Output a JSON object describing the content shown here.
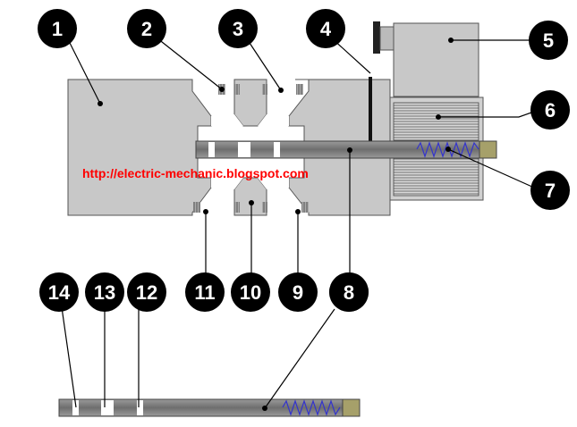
{
  "watermark": "http://electric-mechanic.blogspot.com",
  "colors": {
    "body_gray": "#c8c8c8",
    "coil_gray": "#d0d0d0",
    "rod_dark": "#7f7f7f",
    "rod_light": "#b0b0b0",
    "callout_fill": "#000000",
    "callout_text": "#ffffff",
    "spring": "#3333cc",
    "spring_end": "#a6a06a",
    "url": "#ff0000"
  },
  "callouts": [
    {
      "id": "c1",
      "label": "1"
    },
    {
      "id": "c2",
      "label": "2"
    },
    {
      "id": "c3",
      "label": "3"
    },
    {
      "id": "c4",
      "label": "4"
    },
    {
      "id": "c5",
      "label": "5"
    },
    {
      "id": "c6",
      "label": "6"
    },
    {
      "id": "c7",
      "label": "7"
    },
    {
      "id": "c8",
      "label": "8"
    },
    {
      "id": "c9",
      "label": "9"
    },
    {
      "id": "c10",
      "label": "10"
    },
    {
      "id": "c11",
      "label": "11"
    },
    {
      "id": "c12",
      "label": "12"
    },
    {
      "id": "c13",
      "label": "13"
    },
    {
      "id": "c14",
      "label": "14"
    },
    {
      "id": "c8b",
      "label": "8"
    }
  ]
}
